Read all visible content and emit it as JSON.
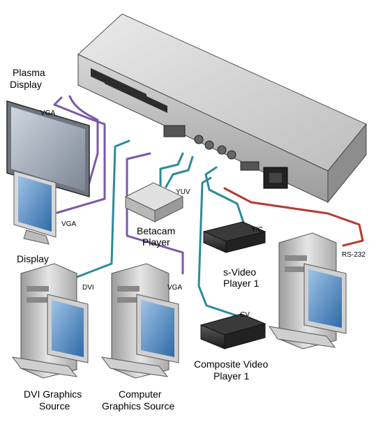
{
  "labels": {
    "plasma_display_line1": "Plasma",
    "plasma_display_line2": "Display",
    "display": "Display",
    "betacam_line1": "Betacam",
    "betacam_line2": "Player",
    "svideo_line1": "s-Video",
    "svideo_line2": "Player 1",
    "composite_line1": "Composite Video",
    "composite_line2": "Player 1",
    "dvi_source_line1": "DVI Graphics",
    "dvi_source_line2": "Source",
    "computer_source_line1": "Computer",
    "computer_source_line2": "Graphics Source"
  },
  "cable_labels": {
    "vga_plasma": "VGA",
    "vga_display": "VGA",
    "yuv": "YUV",
    "yc": "Y/C",
    "cv": "CV",
    "dvi": "DVI",
    "vga_computer": "VGA",
    "rs232": "RS-232"
  },
  "colors": {
    "vga_cable": "#7a58a8",
    "video_cable": "#2b8a9a",
    "rs232_cable": "#b83a2e"
  }
}
